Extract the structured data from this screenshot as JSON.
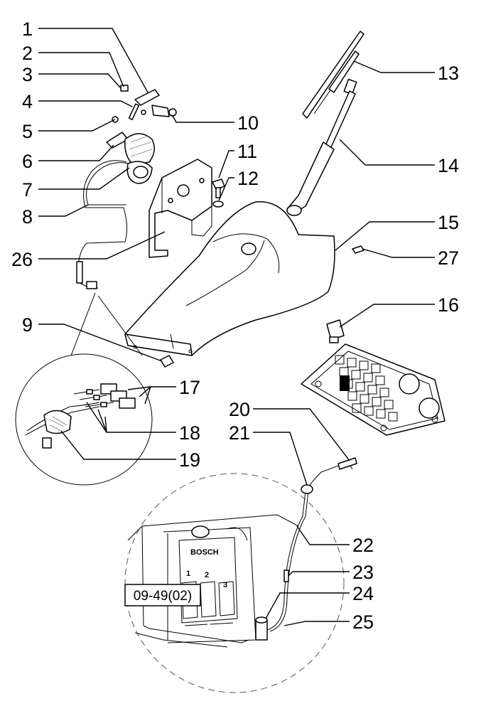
{
  "reference_code": "09-49(02)",
  "detail_labels": [
    "1",
    "2",
    "3"
  ],
  "callouts": [
    {
      "id": "1",
      "label": "1"
    },
    {
      "id": "2",
      "label": "2"
    },
    {
      "id": "3",
      "label": "3"
    },
    {
      "id": "4",
      "label": "4"
    },
    {
      "id": "5",
      "label": "5"
    },
    {
      "id": "6",
      "label": "6"
    },
    {
      "id": "7",
      "label": "7"
    },
    {
      "id": "8",
      "label": "8"
    },
    {
      "id": "9",
      "label": "9"
    },
    {
      "id": "10",
      "label": "10"
    },
    {
      "id": "11",
      "label": "11"
    },
    {
      "id": "12",
      "label": "12"
    },
    {
      "id": "13",
      "label": "13"
    },
    {
      "id": "14",
      "label": "14"
    },
    {
      "id": "15",
      "label": "15"
    },
    {
      "id": "16",
      "label": "16"
    },
    {
      "id": "17",
      "label": "17"
    },
    {
      "id": "18",
      "label": "18"
    },
    {
      "id": "19",
      "label": "19"
    },
    {
      "id": "20",
      "label": "20"
    },
    {
      "id": "21",
      "label": "21"
    },
    {
      "id": "22",
      "label": "22"
    },
    {
      "id": "23",
      "label": "23"
    },
    {
      "id": "24",
      "label": "24"
    },
    {
      "id": "25",
      "label": "25"
    },
    {
      "id": "26",
      "label": "26"
    },
    {
      "id": "27",
      "label": "27"
    }
  ]
}
